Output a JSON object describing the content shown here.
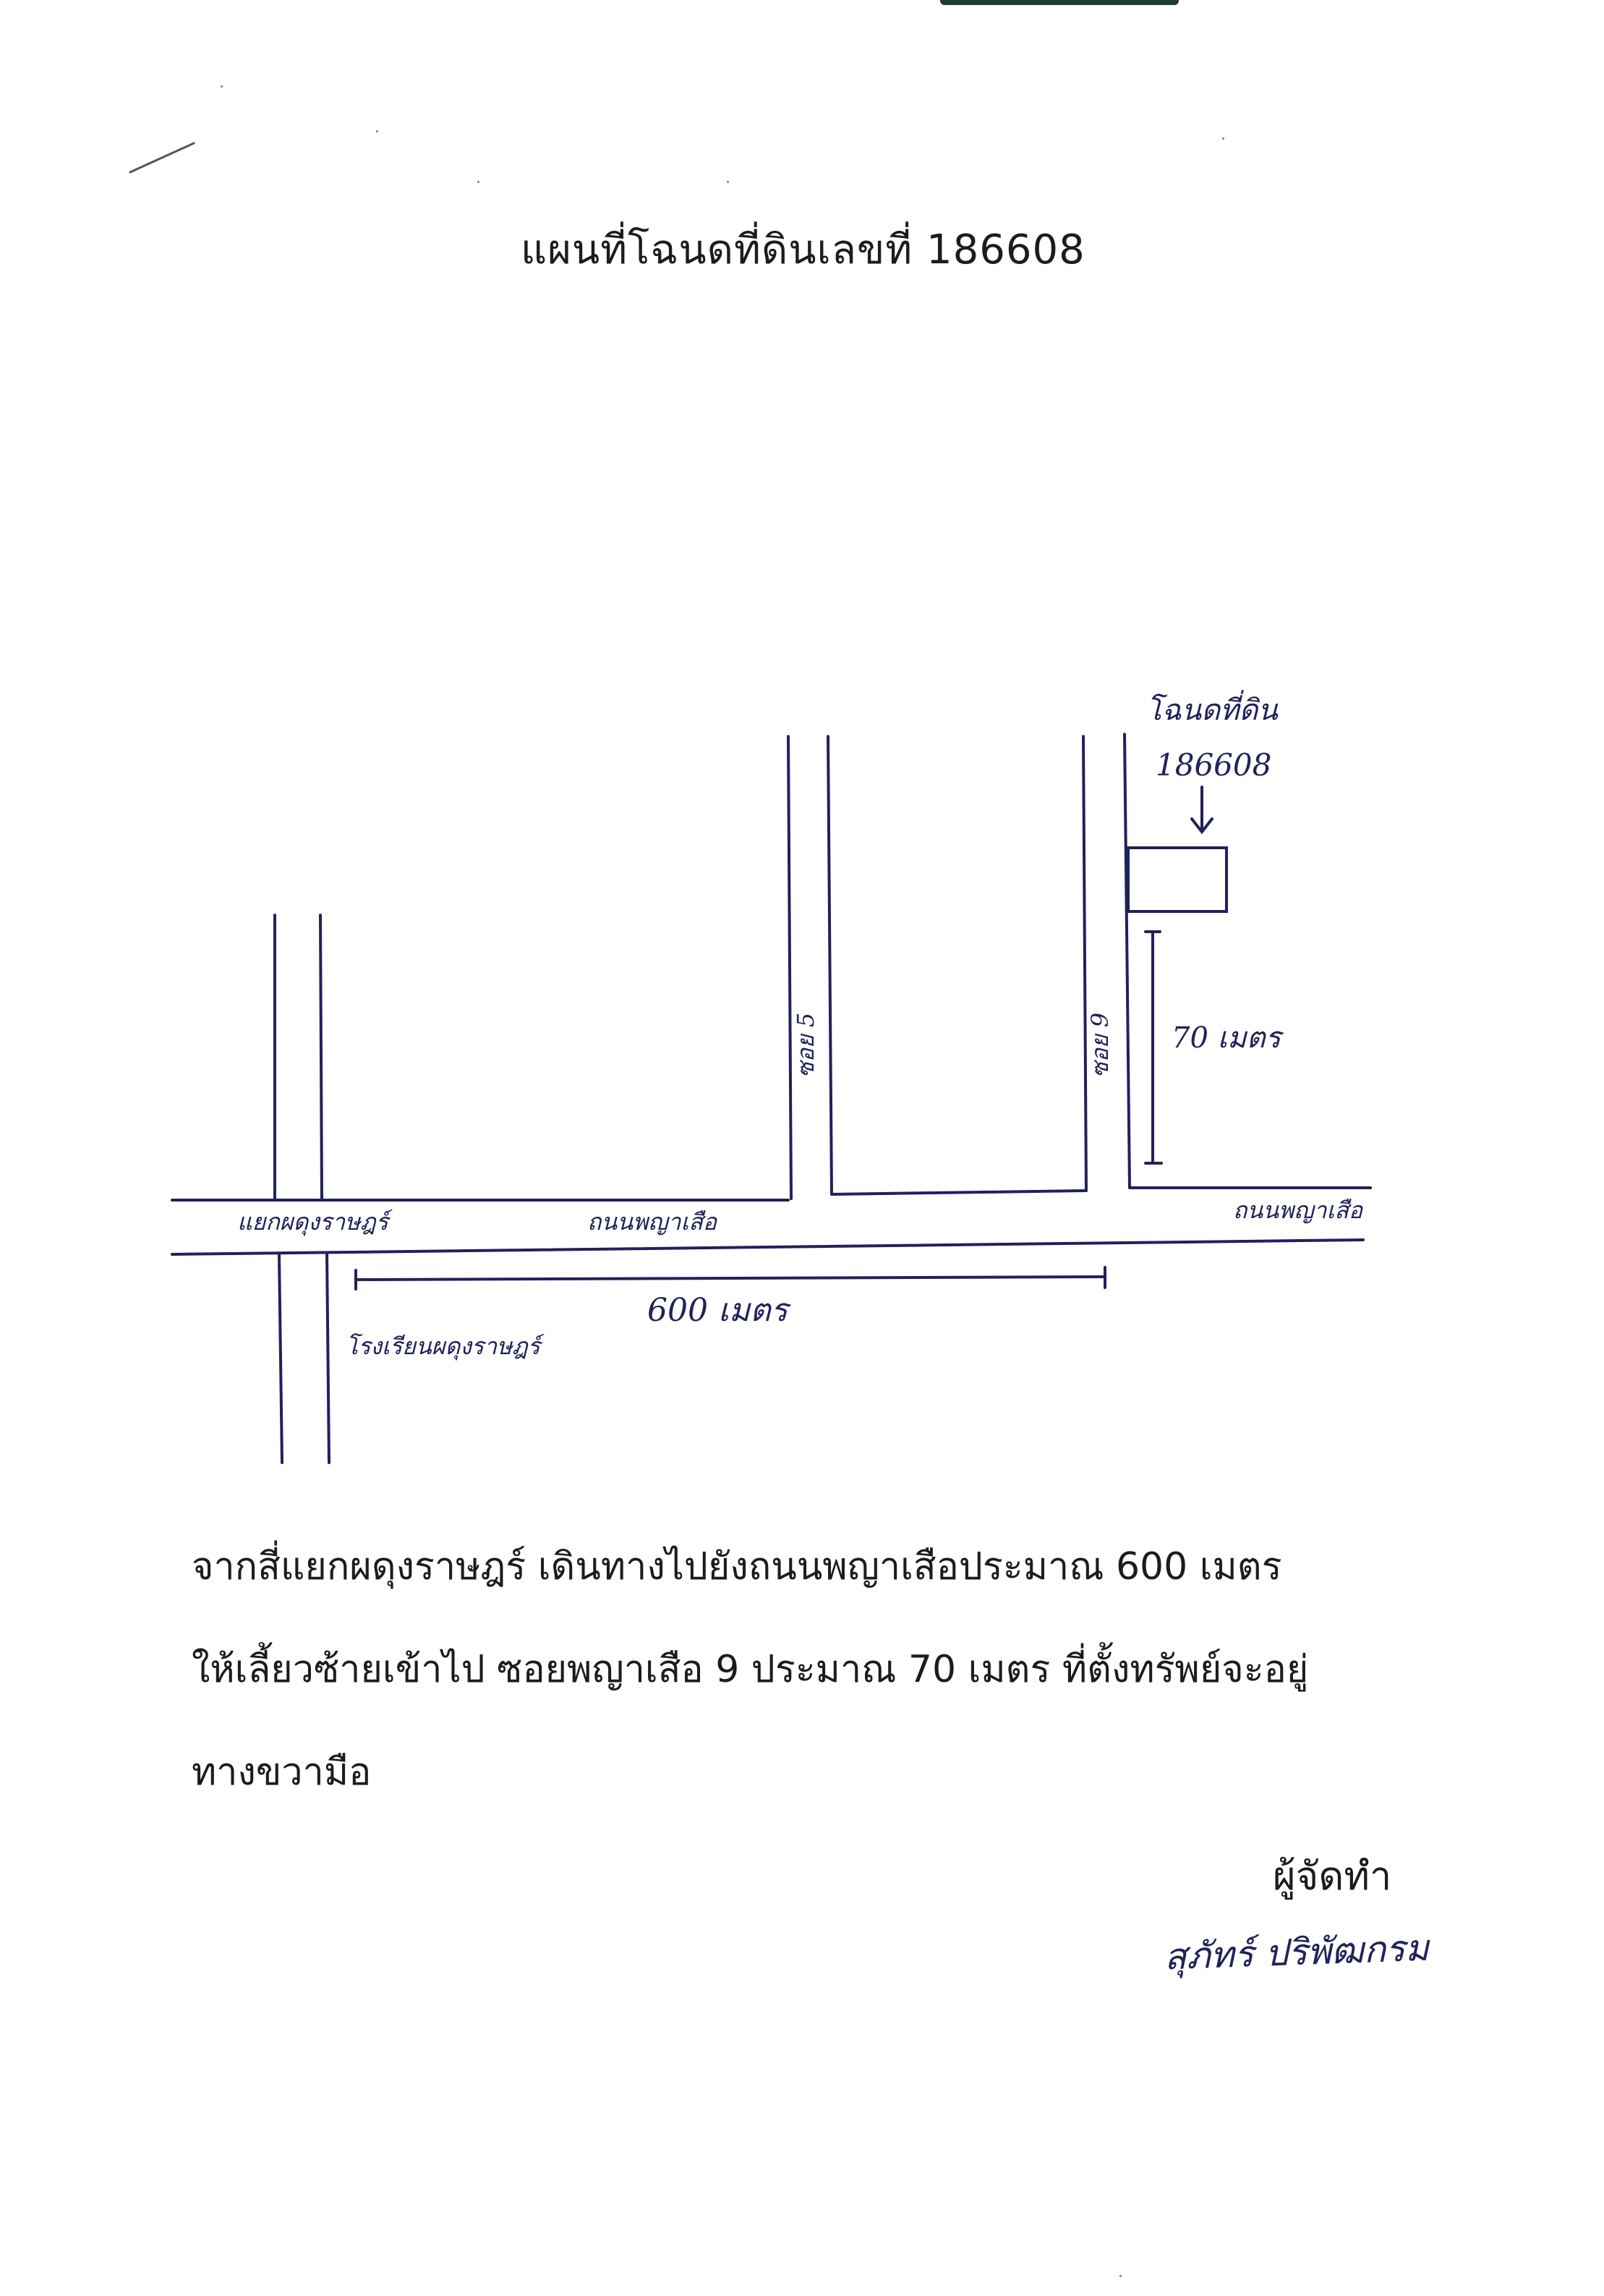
{
  "document": {
    "title": "แผนที่โฉนดที่ดินเลขที่ 186608",
    "directions": [
      "จากสี่แยกผดุงราษฎร์ เดินทางไปยังถนนพญาเสือประมาณ 600 เมตร",
      "ให้เลี้ยวซ้ายเข้าไป ซอยพญาเสือ 9 ประมาณ 70 เมตร ที่ตั้งทรัพย์จะอยู่",
      "ทางขวามือ"
    ],
    "preparer_label": "ผู้จัดทำ",
    "signature": "สุภัทร์ ปริพัฒกรม"
  },
  "map": {
    "labels": {
      "deed_label": "โฉนดที่ดิน",
      "deed_number": "186608",
      "intersection": "แยกผดุงราษฎร์",
      "main_road_left": "ถนนพญาเสือ",
      "main_road_right": "ถนนพญาเสือ",
      "soi_5": "ซอย 5",
      "soi_9": "ซอย 9",
      "distance_main": "600 เมตร",
      "distance_soi": "70 เมตร",
      "school": "โรงเรียนผดุงราษฎร์"
    },
    "ink_color": "#20225a"
  }
}
